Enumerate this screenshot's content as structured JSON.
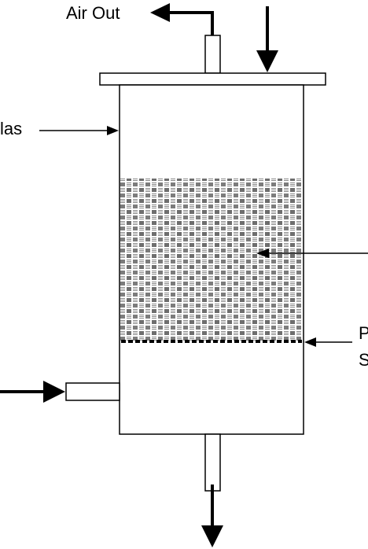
{
  "labels": {
    "air_out": "Air Out",
    "glass": "las",
    "packing_right_1": "P",
    "packing_right_2": "S"
  },
  "colors": {
    "stroke": "#000000",
    "fill": "#ffffff",
    "packing_dark": "#6e6e6e",
    "packing_light": "#d4d4d4"
  }
}
